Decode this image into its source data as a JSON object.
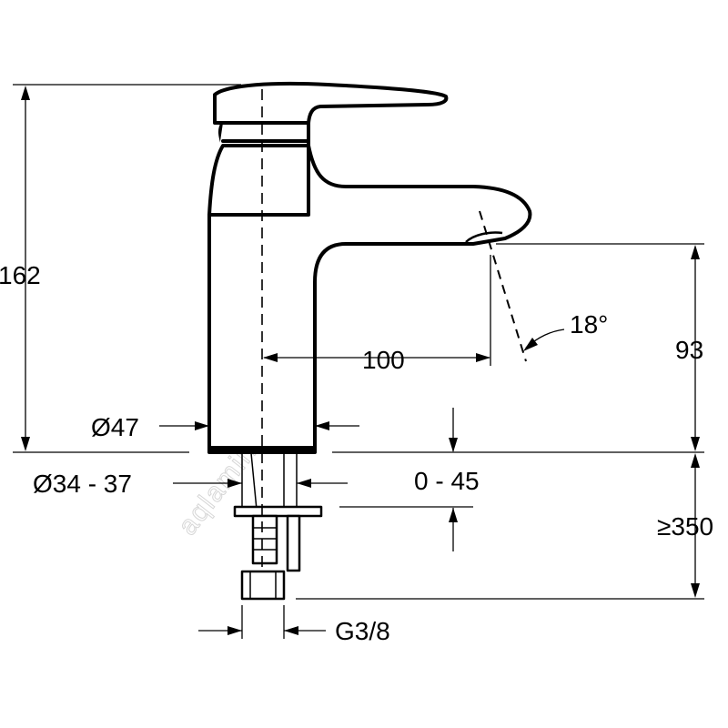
{
  "dimensions": {
    "total_height": "162",
    "spout_height": "93",
    "spout_reach": "100",
    "spout_angle": "18°",
    "base_diameter": "Ø47",
    "hole_diameter": "Ø34 - 37",
    "deck_thickness": "0 - 45",
    "hose_length": "≥350",
    "connection_thread": "G3/8"
  },
  "watermark": "aqlamir.ru"
}
